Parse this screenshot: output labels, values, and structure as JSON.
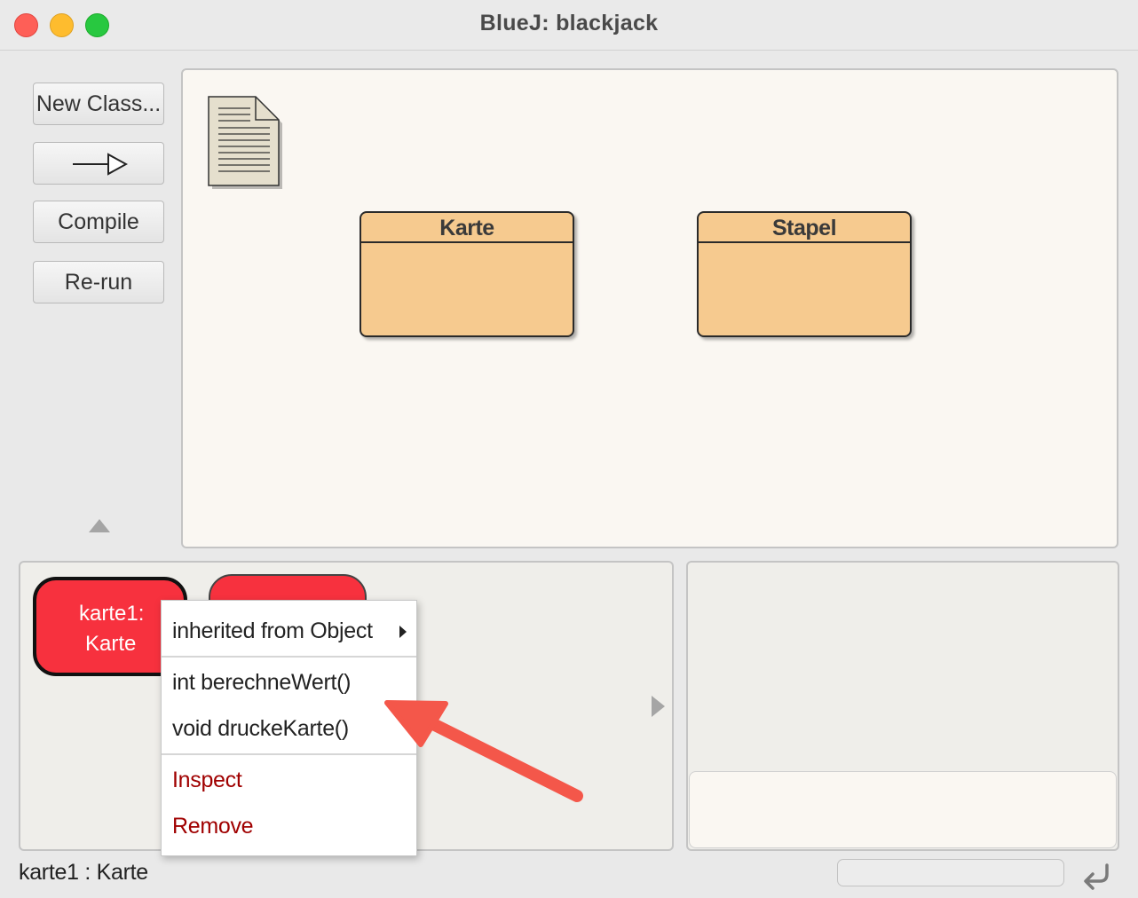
{
  "window": {
    "title": "BlueJ:  blackjack",
    "buttons": {
      "close_color": "#fe5f57",
      "minimize_color": "#febc2e",
      "maximize_color": "#28c840"
    }
  },
  "toolbar": {
    "new_class_label": "New Class...",
    "arrow_icon": "inheritance-arrow-icon",
    "compile_label": "Compile",
    "rerun_label": "Re-run"
  },
  "diagram": {
    "readme_icon": "readme-document-icon",
    "classes": [
      {
        "name": "Karte",
        "color": "#f6ca8f"
      },
      {
        "name": "Stapel",
        "color": "#f6ca8f"
      }
    ]
  },
  "object_bench": {
    "objects": [
      {
        "name_line1": "karte1:",
        "name_line2": "Karte",
        "color": "#f7313e"
      }
    ]
  },
  "context_menu": {
    "inherited": "inherited from Object",
    "methods": [
      "int berechneWert()",
      "void druckeKarte()"
    ],
    "inspect": "Inspect",
    "remove": "Remove",
    "action_color": "#a00000"
  },
  "callout_arrow_color": "#f4574a",
  "status": {
    "text": "karte1 : Karte",
    "reset_icon": "reset-machine-icon"
  }
}
